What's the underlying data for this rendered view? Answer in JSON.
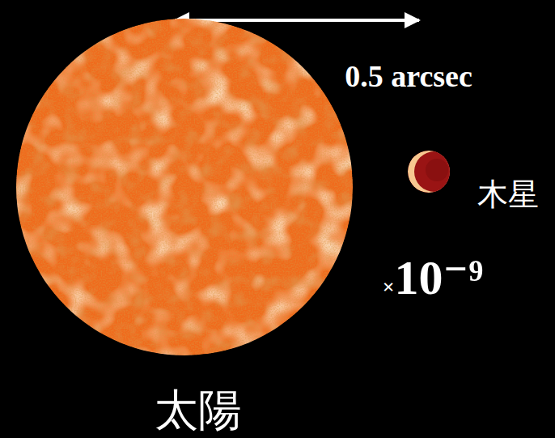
{
  "diagram": {
    "labels": [
      "0.5 arcsec",
      "木星",
      "×10⁻⁹",
      "太陽"
    ]
  }
}
